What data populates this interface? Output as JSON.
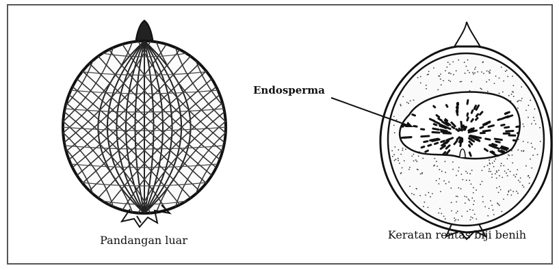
{
  "figure": {
    "left_panel": {
      "caption": "Pandangan luar",
      "subject": "seed-external-view"
    },
    "right_panel": {
      "caption": "Keratan rentas biji benih",
      "callout_label": "Endosperma",
      "subject": "seed-cross-section"
    },
    "colors": {
      "ink": "#111111",
      "frame": "#555555",
      "background": "#ffffff"
    }
  }
}
